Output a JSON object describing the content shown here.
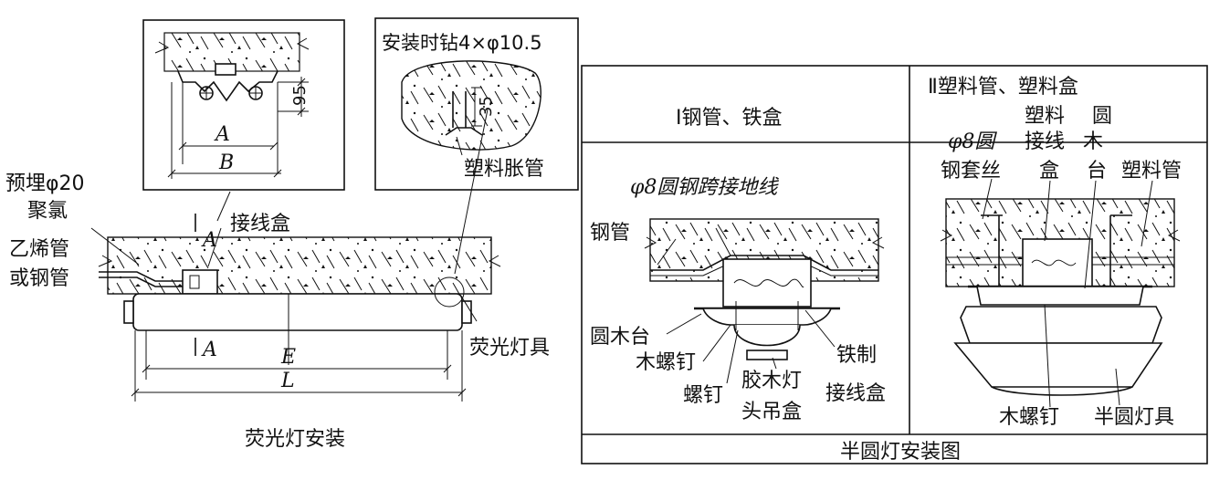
{
  "fluorescent": {
    "caption": "荧光灯安装",
    "detail_dim_A": "A",
    "detail_dim_B": "B",
    "detail_dim_95": "95",
    "label_embed_1": "预埋φ20",
    "label_embed_2": "聚氯",
    "label_embed_3": "乙烯管",
    "label_embed_4": "或钢管",
    "label_junction_box": "接线盒",
    "label_section_A_top": "A",
    "label_section_A_bottom": "A",
    "label_lamp": "荧光灯具",
    "dim_E": "E",
    "dim_L": "L",
    "drill_note": "安装时钻4×φ10.5",
    "drill_dim_35": "35",
    "label_plastic_anchor": "塑料胀管"
  },
  "semicircle": {
    "title": "半圆灯安装图",
    "panel1_title": "Ⅰ钢管、铁盒",
    "panel2_title": "Ⅱ塑料管、塑料盒",
    "p1_ground_wire": "φ8圆钢跨接地线",
    "p1_steel_pipe": "钢管",
    "p1_round_wood_base": "圆木台",
    "p1_wood_screw": "木螺钉",
    "p1_screw": "螺钉",
    "p1_bakelite_1": "胶木灯",
    "p1_bakelite_2": "头吊盒",
    "p1_iron_box_1": "铁制",
    "p1_iron_box_2": "接线盒",
    "p2_phi8_1": "φ8圆",
    "p2_phi8_2": "钢套丝",
    "p2_plastic_1": "塑料",
    "p2_junction_1": "接线",
    "p2_box": "盒",
    "p2_round_1": "圆",
    "p2_wood": "木",
    "p2_base": "台",
    "p2_plastic_pipe": "塑料管",
    "p2_wood_screw": "木螺钉",
    "p2_semicircle_lamp": "半圆灯具"
  }
}
